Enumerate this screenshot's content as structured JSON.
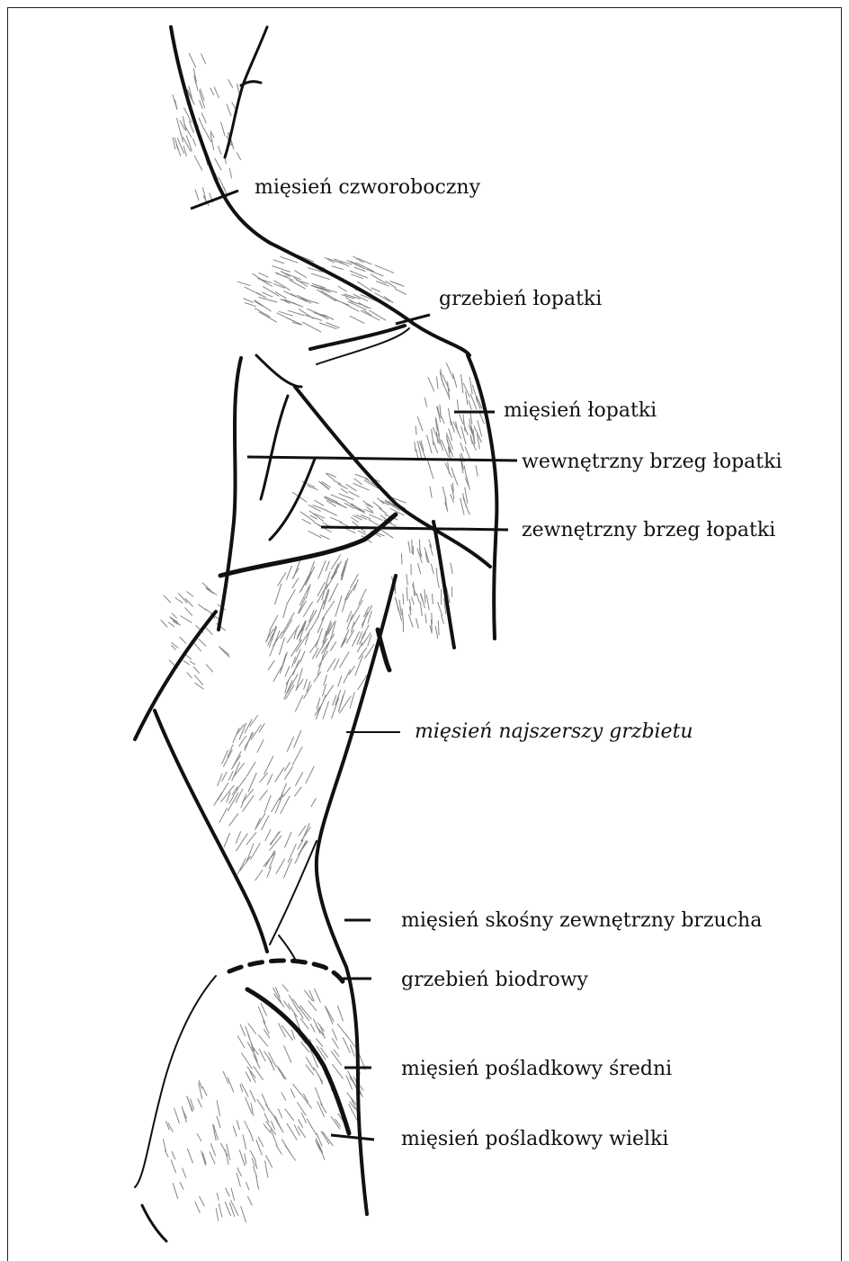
{
  "labels": {
    "trapezius": "mięsień czworoboczny",
    "scapular_spine": "grzebień łopatki",
    "scapula_muscle": "mięsień łopatki",
    "medial_border": "wewnętrzny brzeg łopatki",
    "lateral_border": "zewnętrzny brzeg łopatki",
    "latissimus": "mięsień najszerszy grzbietu",
    "external_oblique": "mięsień skośny zewnętrzny brzucha",
    "iliac_crest": "grzebień biodrowy",
    "gluteus_medius": "mięsień pośladkowy średni",
    "gluteus_maximus": "mięsień pośladkowy wielki"
  },
  "colors": {
    "ink": "#111111",
    "frame": "#222222",
    "background": "#ffffff"
  }
}
